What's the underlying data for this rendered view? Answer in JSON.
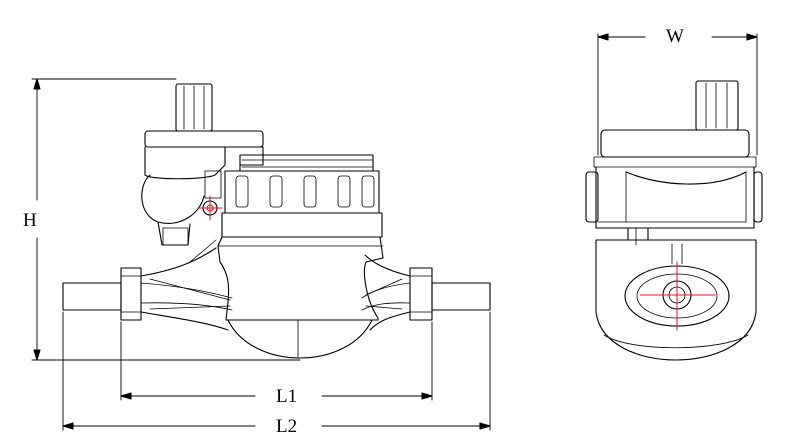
{
  "dimensions": {
    "height_label": "H",
    "width_label": "W",
    "length1_label": "L1",
    "length2_label": "L2"
  },
  "colors": {
    "outline": "#000000",
    "centerline": "#e8141c",
    "background": "#ffffff"
  }
}
